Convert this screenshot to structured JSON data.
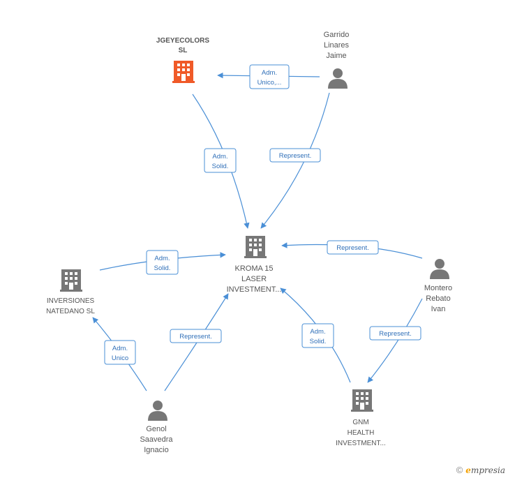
{
  "nodes": {
    "jgeyecolors": {
      "lines": [
        "JGEYECOLORS",
        "SL"
      ],
      "kind": "company",
      "highlight": true,
      "color": "#f05a28"
    },
    "garrido": {
      "lines": [
        "Garrido",
        "Linares",
        "Jaime"
      ],
      "kind": "person"
    },
    "kroma": {
      "lines": [
        "KROMA 15",
        "LASER",
        "INVESTMENT..."
      ],
      "kind": "company"
    },
    "inversiones": {
      "lines": [
        "INVERSIONES",
        "NATEDANO  SL"
      ],
      "kind": "company"
    },
    "montero": {
      "lines": [
        "Montero",
        "Rebato",
        "Ivan"
      ],
      "kind": "person"
    },
    "genol": {
      "lines": [
        "Genol",
        "Saavedra",
        "Ignacio"
      ],
      "kind": "person"
    },
    "gnm": {
      "lines": [
        "GNM",
        "HEALTH",
        "INVESTMENT..."
      ],
      "kind": "company"
    }
  },
  "edges": [
    {
      "id": "garrido-jgeyecolors",
      "lines": [
        "Adm.",
        "Unico,..."
      ]
    },
    {
      "id": "jgeyecolors-kroma",
      "lines": [
        "Adm.",
        "Solid."
      ]
    },
    {
      "id": "garrido-kroma",
      "lines": [
        "Represent."
      ]
    },
    {
      "id": "montero-kroma",
      "lines": [
        "Represent."
      ]
    },
    {
      "id": "inversiones-kroma",
      "lines": [
        "Adm.",
        "Solid."
      ]
    },
    {
      "id": "genol-inversiones",
      "lines": [
        "Adm.",
        "Unico"
      ]
    },
    {
      "id": "genol-kroma",
      "lines": [
        "Represent."
      ]
    },
    {
      "id": "gnm-kroma",
      "lines": [
        "Adm.",
        "Solid."
      ]
    },
    {
      "id": "montero-gnm",
      "lines": [
        "Represent."
      ]
    }
  ],
  "colors": {
    "edge": "#4a8fd6",
    "icon": "#777777",
    "highlight": "#f05a28"
  },
  "footer": {
    "copyright": "©",
    "brand_initial": "e",
    "brand_rest": "mpresia"
  }
}
